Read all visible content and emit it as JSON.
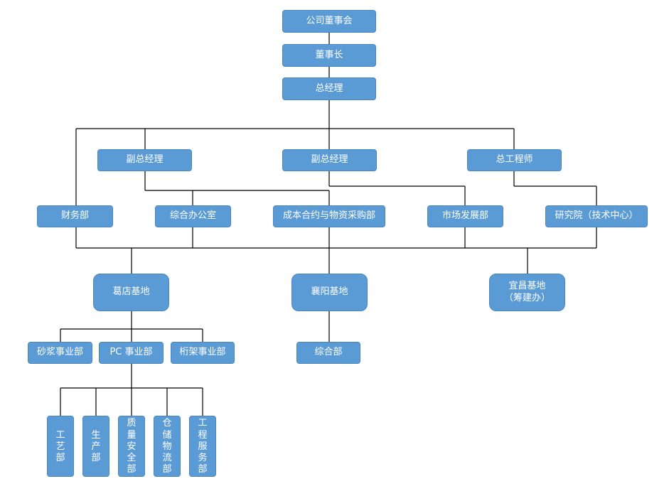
{
  "colors": {
    "node_fill": "#5b9bd5",
    "node_border": "#4a86bf",
    "line": "#000000",
    "text": "#ffffff"
  },
  "nodes": {
    "board": "公司董事会",
    "chairman": "董事长",
    "general_manager": "总经理",
    "deputy_gm_1": "副总经理",
    "deputy_gm_2": "副总经理",
    "chief_engineer": "总工程师",
    "finance": "财务部",
    "general_office": "综合办公室",
    "cost_procurement": "成本合约与物资采购部",
    "market_dev": "市场发展部",
    "research_institute": "研究院（技术中心）",
    "gedian_base": "葛店基地",
    "xiangyang_base": "襄阳基地",
    "yichang_base": "宜昌基地\n（筹建办）",
    "mortar_division": "砂浆事业部",
    "pc_division": "PC 事业部",
    "truss_division": "桁架事业部",
    "xiangyang_general": "综合部",
    "process_dept": "工\n艺\n部",
    "production_dept": "生\n产\n部",
    "quality_safety_dept": "质\n量\n安\n全\n部",
    "logistics_dept": "仓\n储\n物\n流\n部",
    "engineering_service_dept": "工\n程\n服\n务\n部"
  }
}
